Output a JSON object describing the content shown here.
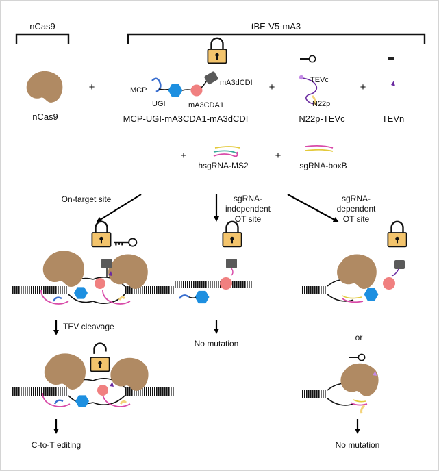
{
  "labels": {
    "ncas9_bracket": "nCas9",
    "tbe_bracket": "tBE-V5-mA3",
    "mcp": "MCP",
    "ugi": "UGI",
    "ma3cda1": "mA3CDA1",
    "ma3dcdi": "mA3dCDI",
    "ncas9_component": "nCas9",
    "editor_component": "MCP-UGI-mA3CDA1-mA3dCDI",
    "tevc": "TEVc",
    "n22p": "N22p",
    "n22p_tevc_component": "N22p-TEVc",
    "tevn_component": "TEVn",
    "hsgrna": "hsgRNA-MS2",
    "sgrna_boxb": "sgRNA-boxB",
    "plus": "+",
    "or": "or",
    "on_target": "On-target site",
    "sgrna_independent": [
      "sgRNA-",
      "independent",
      "OT site"
    ],
    "sgrna_dependent": [
      "sgRNA-",
      "dependent",
      "OT site"
    ],
    "tev_cleavage": "TEV cleavage",
    "no_mutation": "No mutation",
    "c_to_t": "C-to-T editing"
  },
  "colors": {
    "cas9": "#b08a63",
    "ugi_hexagon": "#1d8fe0",
    "cda1": "#f08080",
    "dcdi": "#5a5a5a",
    "lock": "#f3c46c",
    "mcp_loop": "#3a6fd0",
    "tevc_dot": "#c48ae6",
    "n22p": "#f4d37a",
    "tevn": "#6a2aa0",
    "grna_pink": "#d84aa8",
    "grna_yellow": "#e3c93a",
    "grna_teal": "#3aa99a"
  }
}
